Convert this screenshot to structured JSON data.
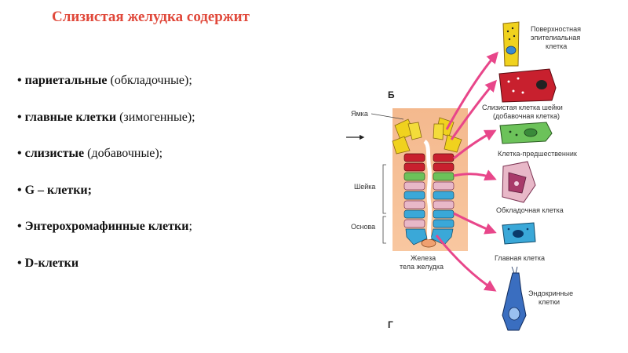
{
  "title": "Слизистая желудка содержит",
  "bullets": [
    {
      "bold": "• париетальные",
      "rest": " (обкладочные);"
    },
    {
      "bold": "• главные клетки",
      "rest": " (зимогенные);"
    },
    {
      "bold": "• слизистые",
      "rest": " (добавочные);"
    },
    {
      "bold": "• G – клетки;",
      "rest": ""
    },
    {
      "bold": "• Энтерохромафинные клетки",
      "rest": ";"
    },
    {
      "bold": "• D-клетки",
      "rest": ""
    }
  ],
  "diagram": {
    "letter_b": "Б",
    "letter_g": "Г",
    "pit_label": "Ямка",
    "neck_label": "Шейка",
    "base_label": "Основа",
    "gland_label_1": "Железа",
    "gland_label_2": "тела желудка",
    "cells": {
      "surface_1": "Поверхностная",
      "surface_2": "эпителиальная",
      "surface_3": "клетка",
      "mucous_1": "Слизистая клетка шейки",
      "mucous_2": "(добавочная клетка)",
      "precursor": "Клетка-предшественник",
      "parietal": "Обкладочная клетка",
      "chief": "Главная клетка",
      "endocrine_1": "Эндокринные",
      "endocrine_2": "клетки"
    }
  },
  "colors": {
    "title": "#e0483a",
    "arrow": "#e8468a",
    "surface_cell": "#f0d21e",
    "mucous_cell": "#c8202e",
    "precursor_cell": "#6cc25a",
    "parietal_cell": "#e8b8c8",
    "chief_cell": "#3aa8d8",
    "endocrine_cell": "#3a6ec0",
    "gland_bg": "#f7b27e"
  }
}
